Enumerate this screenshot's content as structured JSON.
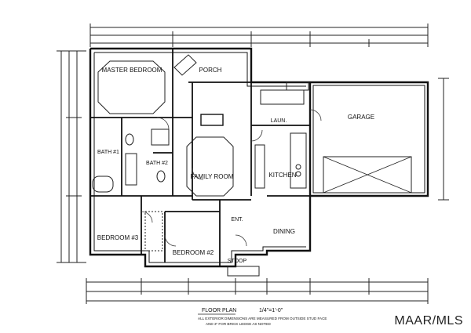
{
  "plan": {
    "rooms": {
      "master": "MASTER BEDROOM",
      "porch": "PORCH",
      "garage": "GARAGE",
      "laun": "LAUN.",
      "bath1": "BATH #1",
      "bath2": "BATH #2",
      "family": "FAMILY ROOM",
      "kitchen": "KITCHEN",
      "bedroom3": "BEDROOM #3",
      "bedroom2": "BEDROOM #2",
      "ent": "ENT.",
      "dining": "DINING",
      "stoop": "STOOP"
    },
    "footer": {
      "title": "FLOOR PLAN",
      "scale": "1/4\"=1'-0\"",
      "note1": "ALL EXTERIOR DIMENSIONS ARE MEASURED FROM OUTSIDE STUD FACE",
      "note2": "AND 3\" FOR BRICK LEDGE AS NOTED"
    }
  },
  "watermark": "MAAR/MLS"
}
